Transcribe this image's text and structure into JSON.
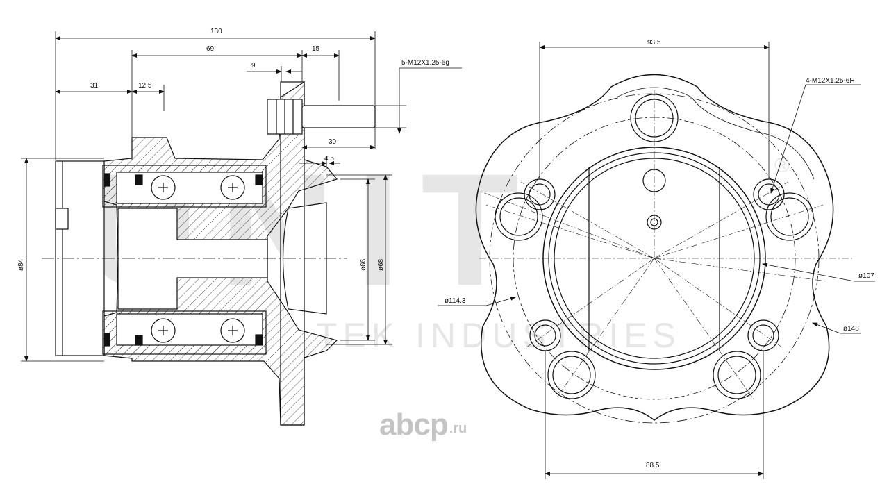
{
  "watermark": {
    "brand": "UNIT",
    "registered": "®",
    "subtitle": "TEK INDUSTRIES"
  },
  "logo": {
    "main": "abcp",
    "suffix": ".ru"
  },
  "side_view": {
    "dimensions": {
      "overall_length": "130",
      "flange_to_end": "69",
      "stud_offset": "15",
      "step": "9",
      "sensor_offset": "31",
      "sensor_width": "12.5",
      "stud_length": "30",
      "flange_thickness": "4.5",
      "outer_diameter": "ø84",
      "pilot_diameter": "ø66",
      "hub_diameter": "ø68",
      "stud_thread": "5-M12X1.25-6g"
    }
  },
  "front_view": {
    "dimensions": {
      "width_top": "93.5",
      "width_bottom": "88.5",
      "thread_holes": "4-M12X1.25-6H",
      "bore_diameter": "ø107",
      "pcd": "ø114.3",
      "outer_pcd": "ø148"
    }
  },
  "colors": {
    "line": "#111111",
    "watermark": "#e6e6e6",
    "logo": "#c4c4c4"
  }
}
